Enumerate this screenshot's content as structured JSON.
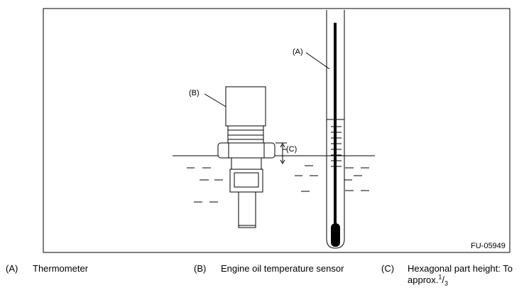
{
  "figure": {
    "callouts": {
      "a": "(A)",
      "b": "(B)",
      "c": "(C)"
    },
    "code": "FU-05949"
  },
  "legend": [
    {
      "key": "(A)",
      "text": "Thermometer"
    },
    {
      "key": "(B)",
      "text": "Engine oil temperature sensor"
    },
    {
      "key": "(C)",
      "text_line1": "Hexagonal part height: To",
      "text_line2_prefix": "approx.",
      "frac_num": "1",
      "frac_den": "3"
    }
  ]
}
